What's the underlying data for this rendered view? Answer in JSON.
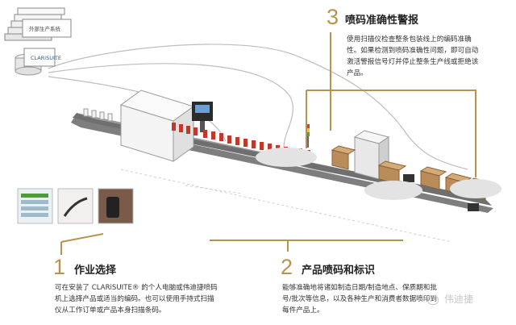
{
  "top_box": {
    "label": "外部生产系统"
  },
  "db": {
    "label": "CLARiSUITE"
  },
  "step1": {
    "num": "1",
    "title": "作业选择",
    "lines": [
      "可在安装了 CLARiSUITE® 的个人电脑或伟迪捷喷码",
      "机上选择产品或适当的编码。也可以使用手持式扫描",
      "仪从工作订单或产品本身扫描条码。"
    ]
  },
  "step2": {
    "num": "2",
    "title": "产品喷码和标识",
    "lines": [
      "能够准确地将诸如制造日期/制造地点、保质期和批",
      "号/批次等信息，以及各种生产和消费者数据喷印到",
      "每件产品上。"
    ]
  },
  "step3": {
    "num": "3",
    "title": "喷码准确性警报",
    "lines": [
      "使用扫描仪检查整条包装线上的编码准确",
      "性。如果检测到喷码准确性问题，即可自动",
      "激活警报信号灯并停止整条生产线或拒绝该",
      "产品。"
    ]
  },
  "watermark": "伟迪捷",
  "colors": {
    "accent": "#b8924e",
    "conveyor": "#8a8a8a",
    "bottle_red": "#c0392b",
    "box": "#b98c5a"
  }
}
